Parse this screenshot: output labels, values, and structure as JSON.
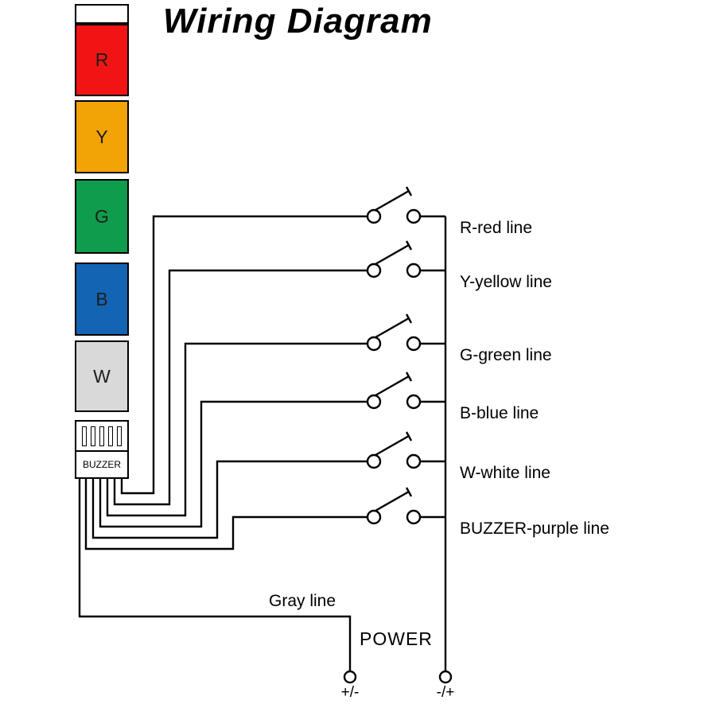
{
  "title": "Wiring Diagram",
  "tower": {
    "segments": [
      {
        "id": "red",
        "label": "R",
        "color": "#f21414"
      },
      {
        "id": "yellow",
        "label": "Y",
        "color": "#f2a407"
      },
      {
        "id": "green",
        "label": "G",
        "color": "#0f9c4c"
      },
      {
        "id": "blue",
        "label": "B",
        "color": "#1464b4"
      },
      {
        "id": "white",
        "label": "W",
        "color": "#d9d9d9"
      }
    ],
    "buzzer": {
      "label": "BUZZER"
    }
  },
  "switch_lines": [
    {
      "id": "red",
      "label": "R-red line"
    },
    {
      "id": "yellow",
      "label": "Y-yellow line"
    },
    {
      "id": "green",
      "label": "G-green line"
    },
    {
      "id": "blue",
      "label": "B-blue line"
    },
    {
      "id": "white",
      "label": "W-white line"
    },
    {
      "id": "buzzer",
      "label": "BUZZER-purple line"
    }
  ],
  "gray_line": {
    "label": "Gray line"
  },
  "power": {
    "label": "POWER",
    "left_terminal_label": "+/-",
    "right_terminal_label": "-/+"
  }
}
